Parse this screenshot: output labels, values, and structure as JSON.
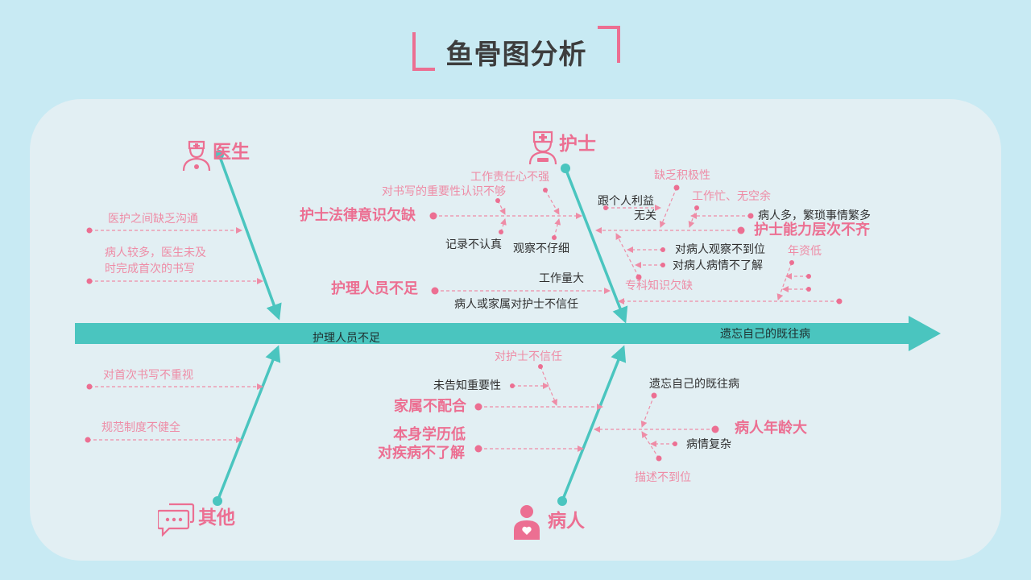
{
  "title": "鱼骨图分析",
  "categories": {
    "doctor": "医生",
    "nurse": "护士",
    "other": "其他",
    "patient": "病人"
  },
  "spine": {
    "left_label": "护理人员不足",
    "right_label": "遗忘自己的既往病"
  },
  "doctor_causes": [
    "医护之间缺乏沟通",
    "病人较多，医生未及",
    "时完成首次的书写"
  ],
  "other_causes": [
    "对首次书写不重视",
    "规范制度不健全"
  ],
  "nurse_causes": {
    "law_awareness": "护士法律意识欠缺",
    "sub_responsibility": "工作责任心不强",
    "sub_importance": "对书写的重要性认识不够",
    "sub_careless_record": "记录不认真",
    "sub_careless_observe": "观察不仔细",
    "staff_shortage": "护理人员不足",
    "sub_workload": "工作量大",
    "sub_distrust": "病人或家属对护士不信任",
    "ability_levels": "护士能力层次不齐",
    "sub_lack_initiative": "缺乏积极性",
    "sub_personal_interest_1": "跟个人利益",
    "sub_personal_interest_2": "无关",
    "sub_busy": "工作忙、无空余",
    "sub_many_patients": "病人多，繁琐事情繁多",
    "sub_observe_patients": "对病人观察不到位",
    "sub_understand_condition": "对病人病情不了解",
    "sub_seniority": "年资低",
    "sub_knowledge": "专科知识欠缺"
  },
  "patient_causes": {
    "family_uncooperative": "家属不配合",
    "sub_distrust_nurse": "对护士不信任",
    "sub_not_informed": "未告知重要性",
    "education_1": "本身学历低",
    "education_2": "对疾病不了解",
    "age": "病人年龄大",
    "sub_forget_history": "遗忘自己的既往病",
    "sub_complex": "病情复杂",
    "sub_poor_description": "描述不到位"
  },
  "colors": {
    "background": "#c8eaf3",
    "panel": "#e2eff3",
    "teal": "#4ac5bf",
    "pink": "#ec6f92",
    "pink_light": "#ee8ca6",
    "text_dark": "#2f2f2f"
  },
  "icons": [
    "doctor-icon",
    "nurse-icon",
    "chat-bubble-icon",
    "patient-icon"
  ]
}
